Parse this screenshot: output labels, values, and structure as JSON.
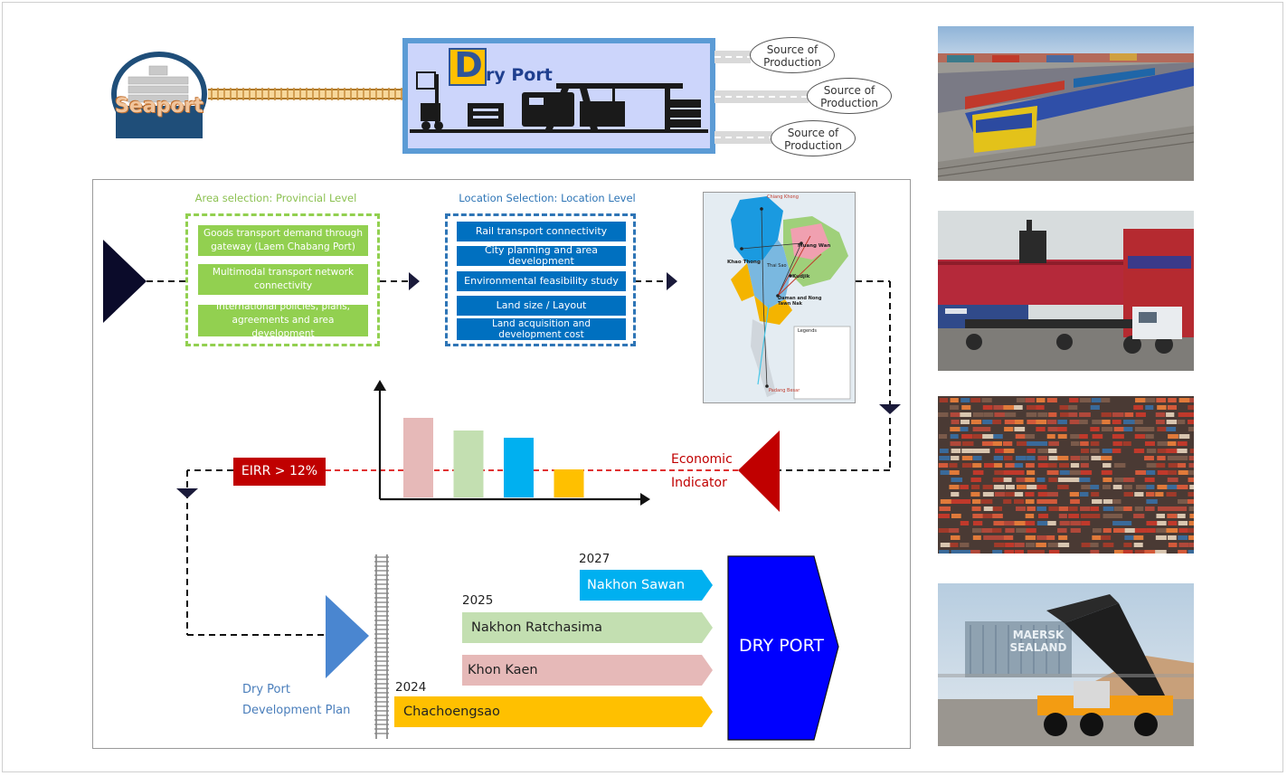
{
  "header": {
    "seaport_label": "Seaport",
    "dry_port_letter": "D",
    "dry_port_rest": "ry Port",
    "sources": [
      "Source of Production",
      "Source of Production",
      "Source of Production"
    ]
  },
  "area_selection": {
    "title": "Area selection: Provincial Level",
    "items": [
      "Goods transport demand through gateway (Laem Chabang Port)",
      "Multimodal transport network connectivity",
      "International policies, plans, agreements and area development"
    ]
  },
  "location_selection": {
    "title": "Location Selection: Location Level",
    "items": [
      "Rail transport connectivity",
      "City planning and area development",
      "Environmental feasibility study",
      "Land size / Layout",
      "Land acquisition and development cost"
    ]
  },
  "map": {
    "labels": [
      "Chiang Khong",
      "Khao Thong",
      "Muang Wan",
      "Thai Sao",
      "Kudjik",
      "Daman and Nong Tawn Nak",
      "Padang Besar"
    ],
    "legend_title": "Legends"
  },
  "indicator": {
    "eirr": "EIRR > 12%",
    "economic": "Economic",
    "indicator": "Indicator"
  },
  "chart_data": {
    "type": "bar",
    "categories": [
      "",
      "",
      "",
      ""
    ],
    "values": [
      88,
      74,
      66,
      31
    ],
    "colors": [
      "#e6b9b8",
      "#c3dfb1",
      "#00b0f0",
      "#ffc000"
    ],
    "title": "",
    "xlabel": "",
    "ylabel": ""
  },
  "plan": {
    "label_line1": "Dry Port",
    "label_line2": "Development Plan",
    "rows": [
      {
        "year": "2027",
        "name": "Nakhon Sawan",
        "color": "#00b0f0"
      },
      {
        "year": "2025",
        "name": "Nakhon Ratchasima",
        "color": "#c3dfb1"
      },
      {
        "year": "",
        "name": "Khon Kaen",
        "color": "#e6b9b8"
      },
      {
        "year": "2024",
        "name": "Chachoengsao",
        "color": "#ffc000"
      }
    ],
    "target": "DRY PORT"
  },
  "colors": {
    "green": "#92d050",
    "blue": "#0070c0",
    "red": "#c00000",
    "navy": "#0000ff"
  }
}
